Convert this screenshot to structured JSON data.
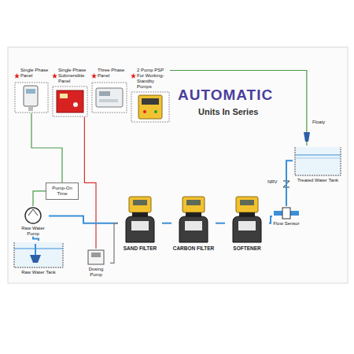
{
  "diagram": {
    "title": "AUTOMATIC",
    "nodes": [
      {
        "text": [
          "Single Phase Panel"
        ]
      },
      {
        "text": [
          "Single Phase Submersible Panel"
        ]
      },
      {
        "text": [
          "Three Phase Panel"
        ]
      },
      {
        "text": [
          "2 Pump PSP For Working- Standby Pumps"
        ]
      },
      {
        "text": [
          "Pump-On Time"
        ]
      },
      {
        "text": [
          "Raw Water Pump"
        ]
      },
      {
        "text": [
          "Raw Water Tank"
        ]
      },
      {
        "text": [
          "Dosing Pump"
        ]
      },
      {
        "text": [
          "SAND FILTER"
        ]
      },
      {
        "text": [
          "CARBON FILTER"
        ]
      },
      {
        "text": [
          "SOFTENER"
        ]
      },
      {
        "text": [
          "Flow Sensor"
        ]
      },
      {
        "text": [
          "Treated Water Tank"
        ]
      }
    ],
    "edges": [
      {
        "from": 0,
        "to": 4,
        "arrow": "none"
      },
      {
        "from": 4,
        "to": 5,
        "arrow": "none"
      },
      {
        "from": 1,
        "to": 7,
        "arrow": "none"
      },
      {
        "from": 6,
        "to": 5,
        "arrow": "none"
      },
      {
        "from": 5,
        "to": 8,
        "arrow": "none"
      },
      {
        "from": 7,
        "to": 8,
        "arrow": "none"
      },
      {
        "from": 8,
        "to": 9,
        "arrow": "none"
      },
      {
        "from": 9,
        "to": 10,
        "arrow": "none"
      },
      {
        "from": 10,
        "to": 11,
        "arrow": "none"
      },
      {
        "from": 11,
        "to": 12,
        "arrow": "none"
      },
      {
        "from": 3,
        "to": 12,
        "arrow": "none"
      }
    ],
    "labels": [
      "Units In Series",
      "NRV",
      "Floaty"
    ]
  }
}
